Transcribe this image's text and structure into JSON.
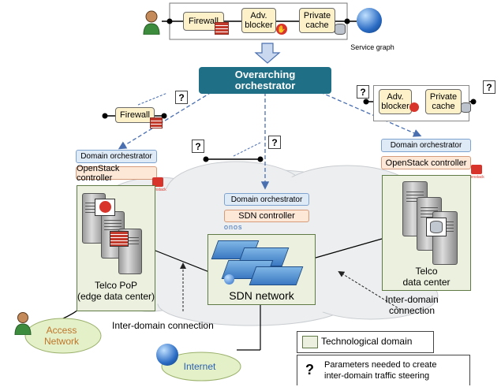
{
  "service_graph": {
    "functions": [
      "Firewall",
      "Adv.\nblocker",
      "Private\ncache"
    ],
    "label": "Service graph"
  },
  "orchestrator": {
    "label": "Overarching\norchestrator"
  },
  "subgraphs": {
    "left": [
      "Firewall"
    ],
    "right": [
      "Adv.\nblocker",
      "Private\ncache"
    ],
    "question_mark": "?"
  },
  "domains": {
    "pop": {
      "orchestrator": "Domain orchestrator",
      "controller": "OpenStack controller",
      "controller_logo": "openstack",
      "name": "Telco PoP\n(edge data center)"
    },
    "sdn": {
      "orchestrator": "Domain orchestrator",
      "controller": "SDN controller",
      "controller_logo": "onos",
      "name": "SDN network"
    },
    "dc": {
      "orchestrator": "Domain orchestrator",
      "controller": "OpenStack controller",
      "controller_logo": "openstack",
      "name": "Telco\ndata center"
    }
  },
  "connections": {
    "left": "Inter-domain connection",
    "right": "Inter-domain\nconnection"
  },
  "access_network": "Access\nNetwork",
  "internet": "Internet",
  "legend": {
    "tech_domain": "Technological domain",
    "question_symbol": "?",
    "parameters": "Parameters needed to create\ninter-domain traffic steering"
  },
  "colors": {
    "function_fill": "#fdf1c9",
    "orchestrator_fill": "#1f6f86",
    "domain_fill": "#ebf1de",
    "domain_orchestrator_fill": "#dfeaf7",
    "controller_fill": "#fde8d8",
    "cloud_fill": "#eceeef",
    "access_fill": "#e3f0c8"
  },
  "icons": [
    "user-icon",
    "globe-icon",
    "brick-firewall-icon",
    "stop-hand-icon",
    "database-icon",
    "server-icon",
    "switch-icon",
    "question-icon"
  ]
}
